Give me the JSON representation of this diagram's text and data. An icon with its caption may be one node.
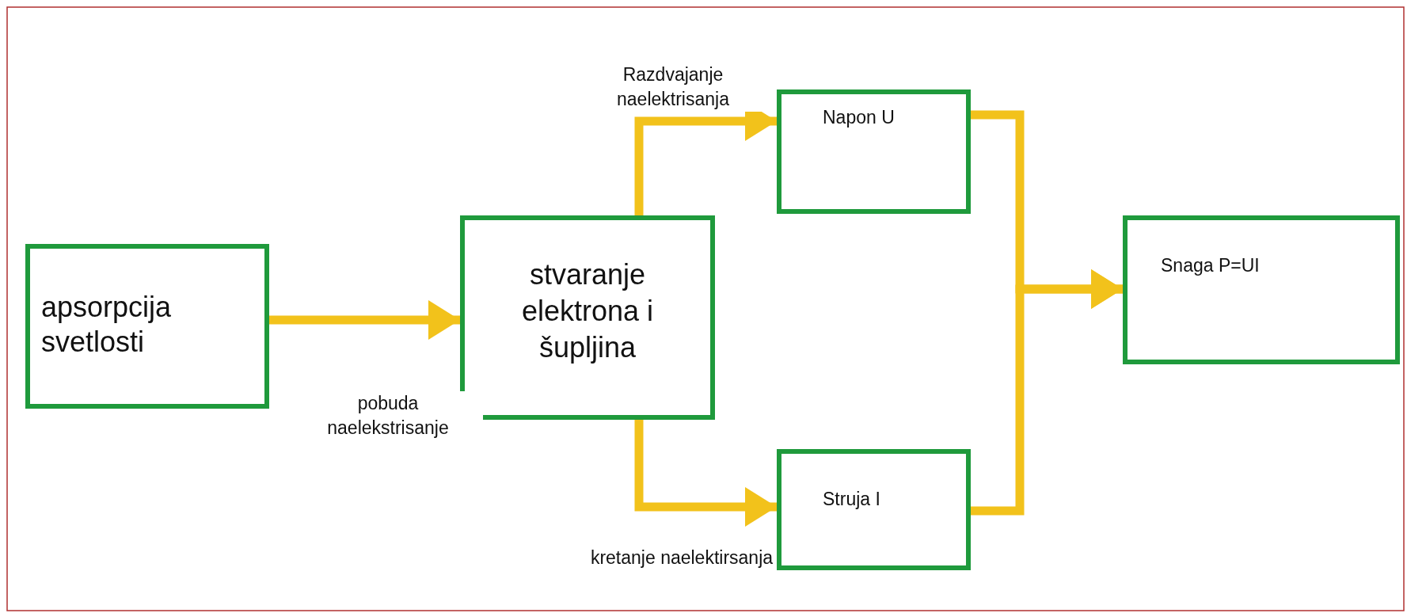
{
  "diagram": {
    "nodes": [
      {
        "text": [
          "apsorpcija svetlosti"
        ]
      },
      {
        "text": [
          "stvaranje elektrona i šupljina"
        ]
      },
      {
        "text": [
          "Napon U"
        ]
      },
      {
        "text": [
          "Struja I"
        ]
      },
      {
        "text": [
          "Snaga P=UI"
        ]
      }
    ],
    "edges": [
      {
        "from": 0,
        "to": 1,
        "arrow": "to",
        "label": "pobuda naelekstrisanje"
      },
      {
        "from": 1,
        "to": 2,
        "arrow": "to",
        "label": "Razdvajanje naelektrisanja"
      },
      {
        "from": 1,
        "to": 3,
        "arrow": "to",
        "label": "kretanje naelektirsanja"
      },
      {
        "from": 2,
        "to": 4,
        "arrow": "to"
      },
      {
        "from": 3,
        "to": 4,
        "arrow": "to"
      }
    ]
  }
}
